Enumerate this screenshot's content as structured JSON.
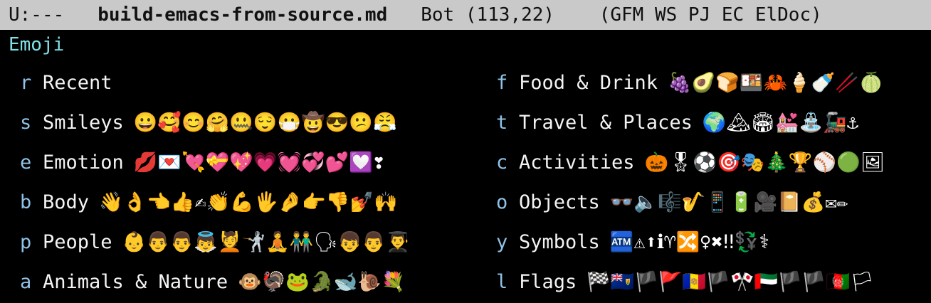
{
  "modeline": {
    "status": "U:---",
    "buffer_name": "build-emacs-from-source.md",
    "position": "Bot (113,22)",
    "modes": "(GFM WS PJ EC ElDoc)"
  },
  "menu": {
    "title": "Emoji",
    "left": [
      {
        "key": "r",
        "label": "Recent",
        "emojis": ""
      },
      {
        "key": "s",
        "label": "Smileys",
        "emojis": "😀🥰😊🤗🤐😌😷🤠😎😕😤"
      },
      {
        "key": "e",
        "label": "Emotion",
        "emojis": "💋💌💘💝💖💗💓💞💕💟❣"
      },
      {
        "key": "b",
        "label": "Body",
        "emojis": "👋👌👈👍✍👏💪🖐🤌👉👎💅🙌"
      },
      {
        "key": "p",
        "label": "People",
        "emojis": "👶👨👨👼💆🤺🧘👬🗣👦👨👨‍🎓"
      },
      {
        "key": "a",
        "label": "Animals & Nature",
        "emojis": "🐵🦃🐸🐊🐋🐌💐"
      }
    ],
    "right": [
      {
        "key": "f",
        "label": "Food & Drink",
        "emojis": "🍇🥑🍞🍱🦀🍦🍼🥢🍈"
      },
      {
        "key": "t",
        "label": "Travel & Places",
        "emojis": "🌍🏔🏟💒⛲🚂⚓"
      },
      {
        "key": "c",
        "label": "Activities",
        "emojis": "🎃🎖⚽🎯🎭🎄🏆⚾🟢🖼"
      },
      {
        "key": "o",
        "label": "Objects",
        "emojis": "👓🔈🎼🎷📱🔋🎥📔💰✉✏"
      },
      {
        "key": "y",
        "label": "Symbols",
        "emojis": "🏧⚠⬆ℹ♈🔀♀✖‼💱⚕"
      },
      {
        "key": "l",
        "label": "Flags",
        "emojis": "🏁🇹🇨🏴🚩🇦🇩🏴🎌🇦🇪🏴🏴🇦🇫🏳"
      }
    ]
  }
}
